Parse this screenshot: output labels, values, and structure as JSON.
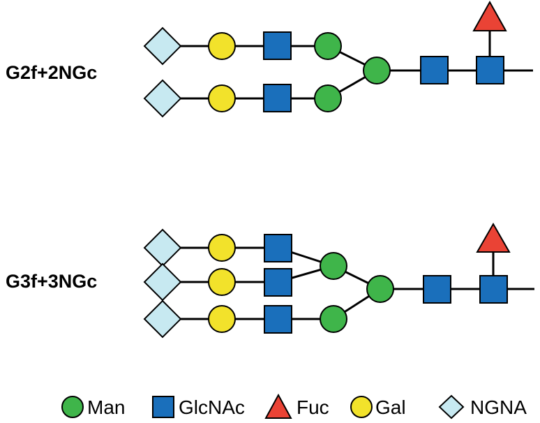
{
  "structures": [
    {
      "name": "G2f+2NGc"
    },
    {
      "name": "G3f+3NGc"
    }
  ],
  "legend": [
    {
      "label": "Man",
      "shape": "circle",
      "color": "#3fb54a"
    },
    {
      "label": "GlcNAc",
      "shape": "square",
      "color": "#1a6fbb"
    },
    {
      "label": "Fuc",
      "shape": "triangle",
      "color": "#ea4335"
    },
    {
      "label": "Gal",
      "shape": "circle",
      "color": "#f2e22b"
    },
    {
      "label": "NGNA",
      "shape": "diamond",
      "color": "#c7e9f1"
    }
  ],
  "colors": {
    "man": "#3fb54a",
    "glcnac": "#1a6fbb",
    "fuc": "#ea4335",
    "gal": "#f2e22b",
    "ngna": "#c7e9f1",
    "stroke": "#000000"
  }
}
